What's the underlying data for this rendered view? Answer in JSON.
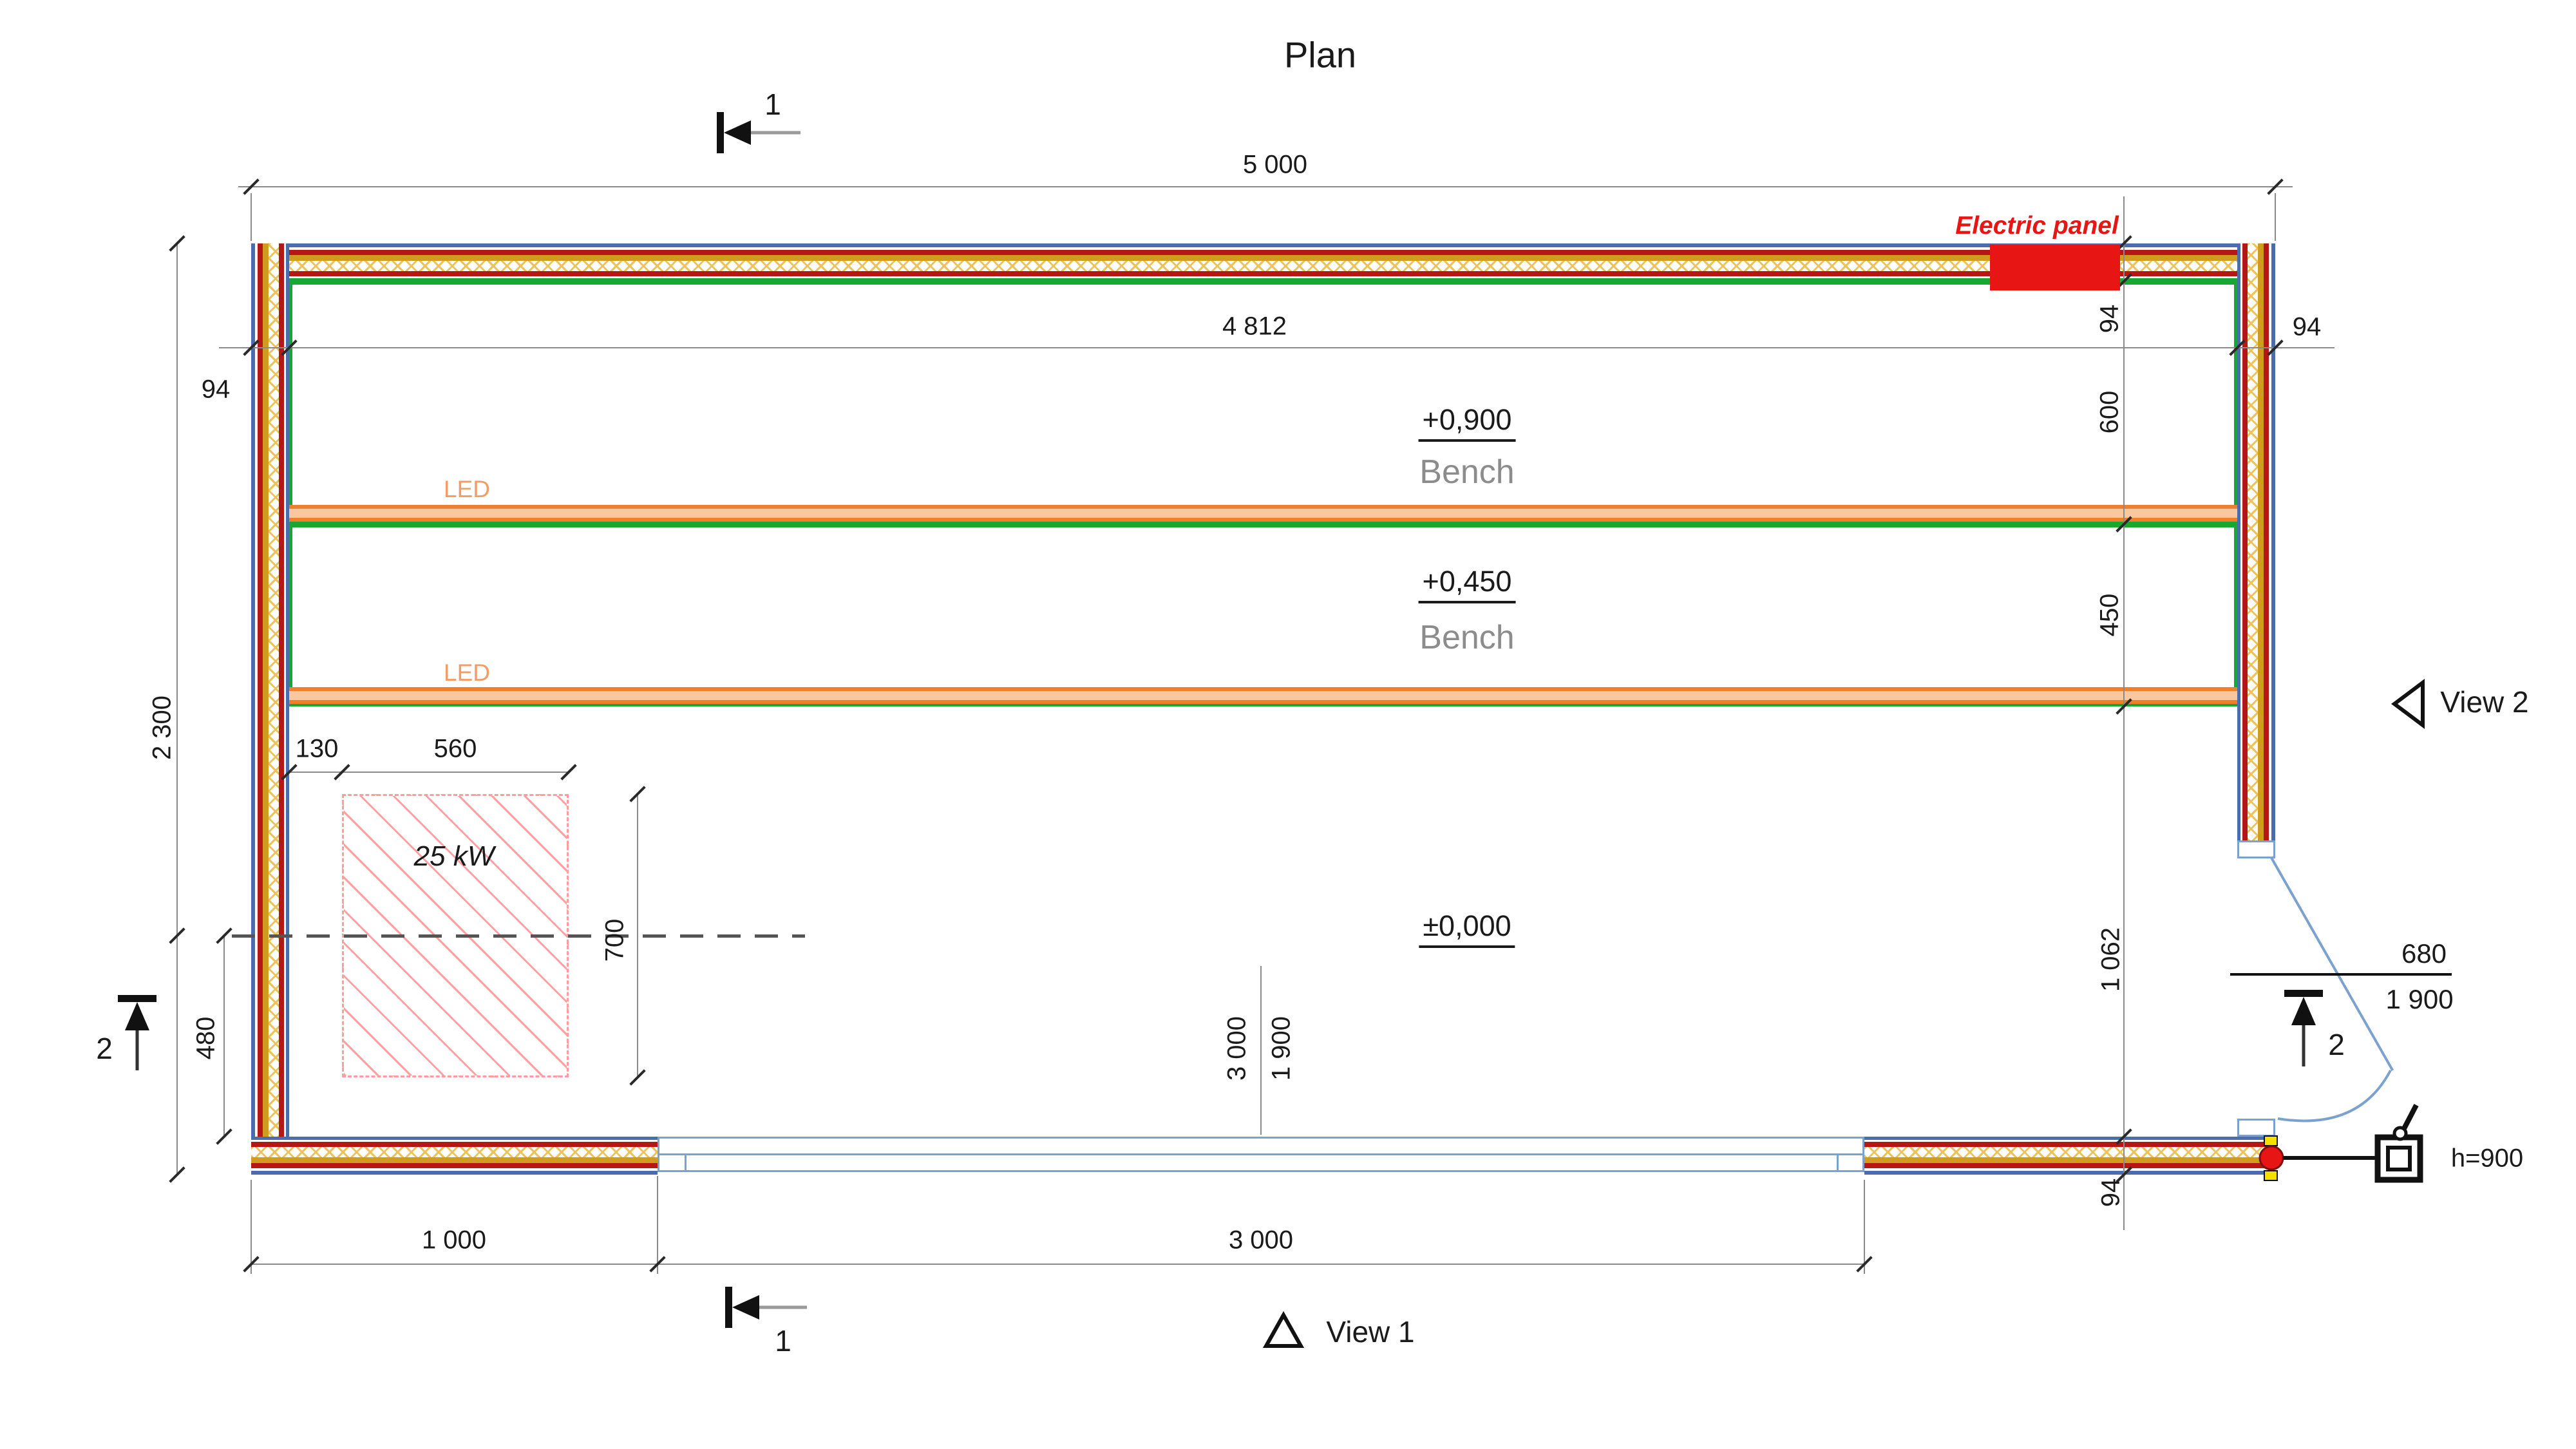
{
  "title": "Plan",
  "dims": {
    "overall_width": "5 000",
    "inner_width": "4 812",
    "wall_thickness": "94",
    "overall_depth": "2 300",
    "bench1_depth": "600",
    "bench2_depth": "450",
    "front_zone_depth": "1 062",
    "heater_offset": "130",
    "heater_width": "560",
    "heater_depth": "700",
    "heater_axis_offset": "480",
    "door_clear_width": "680",
    "door_clear_height": "1 900",
    "window_offset": "1 000",
    "window_width": "3 000",
    "window_axis_width": "3 000",
    "window_height": "1 900"
  },
  "levels": {
    "bench_upper": "+0,900",
    "bench_lower": "+0,450",
    "floor": "±0,000"
  },
  "labels": {
    "bench": "Bench",
    "led": "LED",
    "heater_power": "25 kW",
    "electric_panel": "Electric panel",
    "switch_height": "h=900"
  },
  "views": {
    "view1": "View 1",
    "view2": "View 2"
  },
  "sections": {
    "section1": "1",
    "section2": "2"
  },
  "colors": {
    "wall_frame_blue": "#4a6dae",
    "wall_red": "#b51717",
    "insulation_gold": "#cf9c1d",
    "insulation_hatch": "#eec25a",
    "bench_green": "#18a733",
    "led_orange": "#ef7f2a",
    "led_text": "#f49c63",
    "heater_hatch_red": "#ff9c9c",
    "panel_red": "#e81515",
    "door_window_blue": "#7ba2cf",
    "dim_gray": "#8a8a8a",
    "bench_text_gray": "#8c8c8c"
  }
}
